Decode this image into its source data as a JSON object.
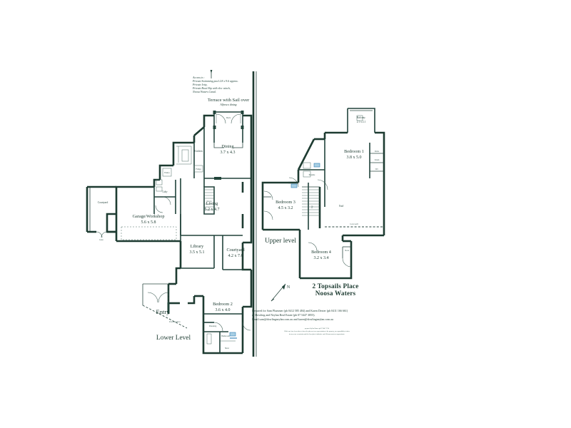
{
  "document": {
    "type": "architectural-floor-plan",
    "title_line1": "2 Topsails Place",
    "title_line2": "Noosa Waters"
  },
  "levels": {
    "lower": "Lower Level",
    "upper": "Upper level"
  },
  "north_arrow": {
    "label": "N"
  },
  "site_notes": [
    "Access to :",
    "Private Swimming pool 2.8 x 9.6 approx.",
    "Private Jetty,",
    "Private Boat Slip with elec winch,",
    "Noosa Waters Canal."
  ],
  "terrace": {
    "label": "Terrace with Sail over",
    "sub": "Alfresco dining"
  },
  "rooms_lower": [
    {
      "name": "Dining",
      "dim": "3.7 x 4.3"
    },
    {
      "name": "Living",
      "dim": "5.2 x 4.7"
    },
    {
      "name": "Garage/Workshop",
      "dim": "5.6 x 5.8"
    },
    {
      "name": "Library",
      "dim": "3.5 x 5.1"
    },
    {
      "name": "Courtyard",
      "dim": "4.2 x 7.6"
    },
    {
      "name": "Bedroom 2",
      "dim": "3.6 x 4.0"
    }
  ],
  "rooms_upper": [
    {
      "name": "Balcony",
      "dim": "2.1 x 2.1"
    },
    {
      "name": "Bedroom 1",
      "dim": "3.8 x 5.0"
    },
    {
      "name": "Bedroom 3",
      "dim": "4.5 x 3.2"
    },
    {
      "name": "Bedroom 4",
      "dim": "3.2 x 3.4"
    }
  ],
  "space_labels": {
    "entry": "Entry",
    "porch": "Porch/portico",
    "courtyard_west": "Courtyard",
    "kitchen": "Kitchen",
    "laundry": "Ldry",
    "pantry": "Pantry",
    "fridge": "Fridge",
    "void": "Void",
    "ensuite": "Ensuite",
    "dressing": "Dressing",
    "bathroom": "Bathroom",
    "shower": "Shwr",
    "robe": "Robe",
    "linen": "Linen",
    "wc": "WC",
    "store": "Store",
    "stairs_down": "Down",
    "stairs_up": "Up",
    "gate": "Gate",
    "bbq": "BBQ",
    "deck": "Deck",
    "low_wall": "Low wall",
    "balustrade": "Balustrade",
    "dryer": "Dryer"
  },
  "footer": {
    "line1": "Prepared for Sam Plummer (ph 0412 585 484) and Karen Dexter (ph 0411 166 661)",
    "line2": "of Dowling and Neylan Real Estate (ph 07 5447 3855).",
    "line3": "Email sam@dowlingneylan.com.au and karen@dowlingneylan.com.au",
    "fine1": "prepared by Ian Barnes ph 07 5447 1714",
    "fine2": "While care have been taken to show the plan as a true representation of the property, no responsibility is taken",
    "fine3": "for any error or omission and the floor plan is indicative only. Measurements are approximate."
  },
  "colors": {
    "wall": "#1d3b31",
    "line": "#2c4a42",
    "fine": "#4a6b62",
    "glass": "#2f7fb5",
    "paper": "#ffffff"
  }
}
